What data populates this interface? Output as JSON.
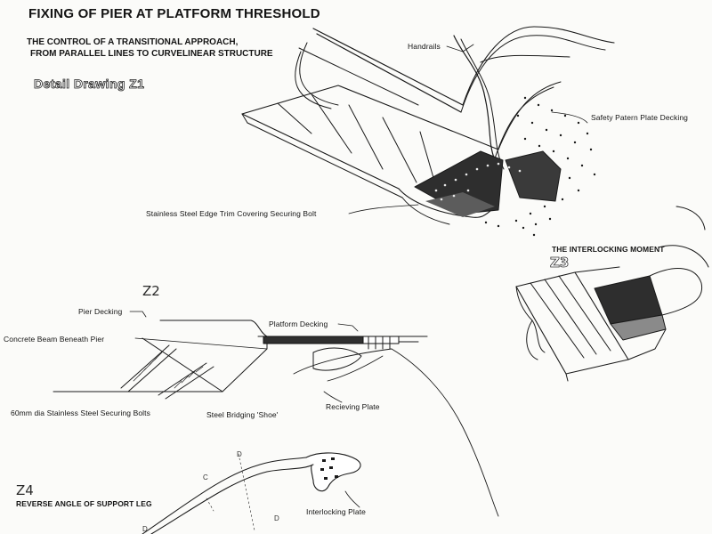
{
  "title": "FIXING OF PIER AT PLATFORM THRESHOLD",
  "subtitle_line1": "THE CONTROL OF A TRANSITIONAL APPROACH,",
  "subtitle_line2": "FROM PARALLEL LINES TO CURVELINEAR STRUCTURE",
  "z1": {
    "label": "Detail Drawing Z1",
    "handrails": "Handrails",
    "safety": "Safety Patern Plate Decking",
    "edge_trim": "Stainless Steel Edge Trim Covering Securing Bolt"
  },
  "z2": {
    "label": "Z2",
    "pier_decking": "Pier Decking",
    "concrete_beam": "Concrete Beam Beneath Pier",
    "platform_decking": "Platform Decking",
    "bolts": "60mm dia  Stainless Steel Securing Bolts",
    "shoe": "Steel Bridging 'Shoe'",
    "receiving_plate": "Recieving Plate"
  },
  "z3": {
    "label": "Z3",
    "heading": "THE INTERLOCKING MOMENT"
  },
  "z4": {
    "label": "Z4",
    "heading": "REVERSE ANGLE OF SUPPORT LEG",
    "interlocking_plate": "Interlocking Plate",
    "letters": [
      "D",
      "C",
      "D",
      "D"
    ]
  },
  "colors": {
    "ink": "#141414",
    "paper": "#fbfbf9",
    "shade": "#5a5a5a",
    "dark": "#2b2b2b"
  }
}
